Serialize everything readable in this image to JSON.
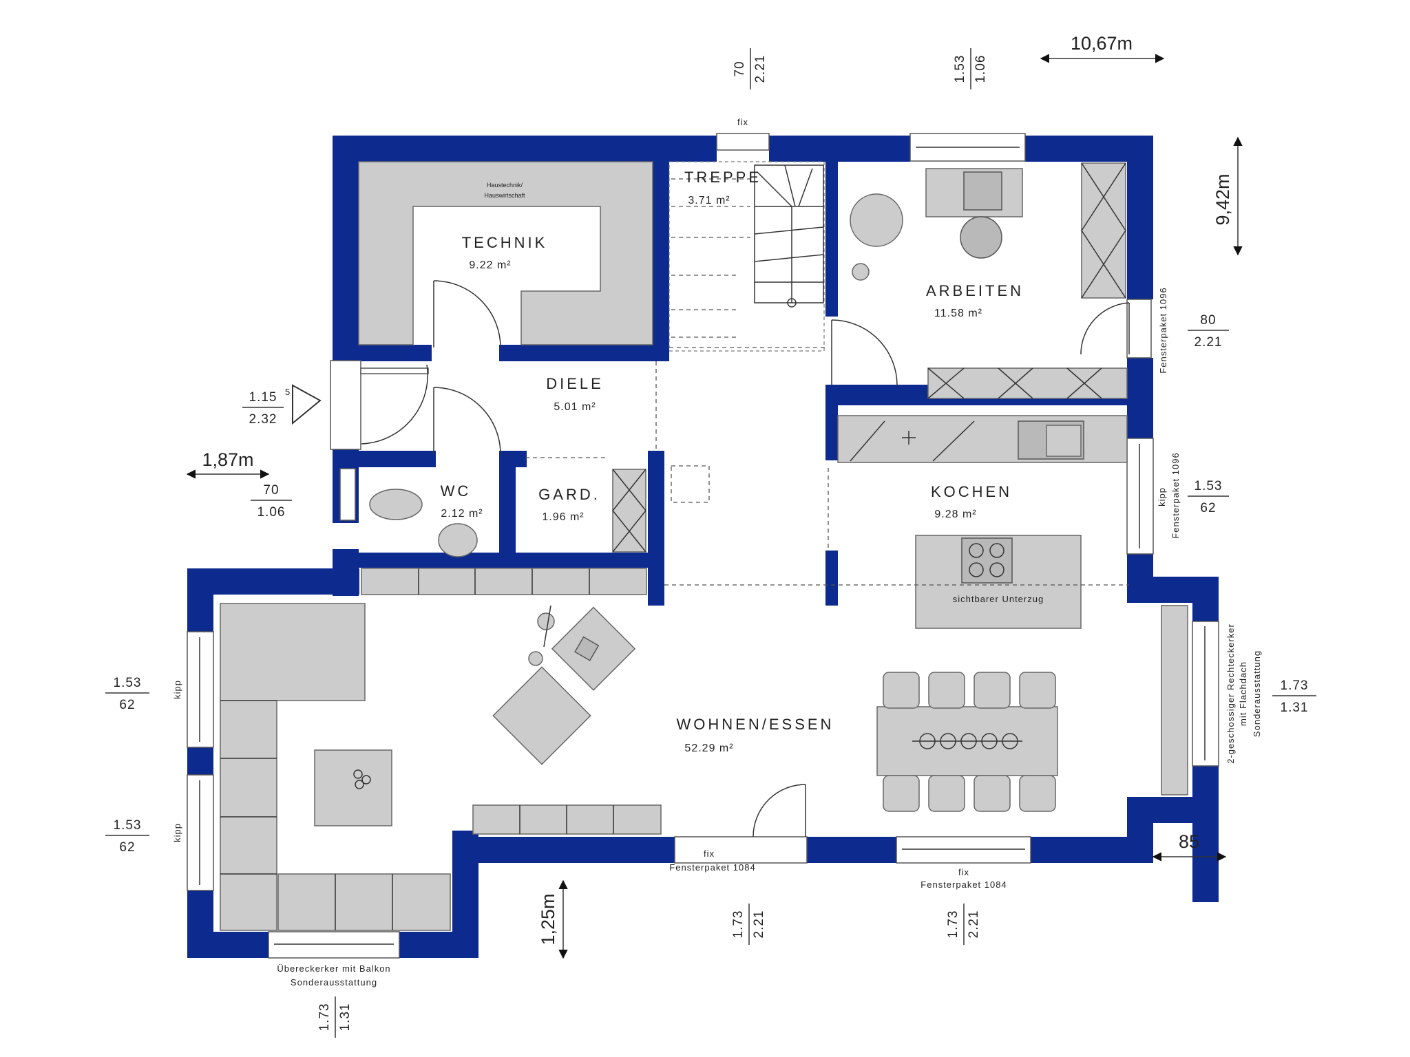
{
  "overall_dims": {
    "width_top": "10,67m",
    "height_right": "9,42m",
    "offset_left": "1,87m",
    "offset_bottom": "1,25m",
    "offset_right": "85"
  },
  "rooms": [
    {
      "id": "technik",
      "name": "TECHNIK",
      "area": "9.22 m²",
      "note_line1": "Haustechnik/",
      "note_line2": "Hauswirtschaft"
    },
    {
      "id": "treppe",
      "name": "TREPPE",
      "area": "3.71 m²"
    },
    {
      "id": "arbeiten",
      "name": "ARBEITEN",
      "area": "11.58 m²"
    },
    {
      "id": "diele",
      "name": "DIELE",
      "area": "5.01 m²"
    },
    {
      "id": "wc",
      "name": "WC",
      "area": "2.12 m²"
    },
    {
      "id": "gard",
      "name": "GARD.",
      "area": "1.96 m²"
    },
    {
      "id": "kochen",
      "name": "KOCHEN",
      "area": "9.28 m²"
    },
    {
      "id": "wohnen",
      "name": "WOHNEN/ESSEN",
      "area": "52.29 m²"
    }
  ],
  "window_dims": [
    {
      "id": "top-stair",
      "top": "70",
      "bottom": "2.21"
    },
    {
      "id": "top-office",
      "top": "1.53",
      "bottom": "1.06"
    },
    {
      "id": "right-office",
      "top": "80",
      "bottom": "2.21"
    },
    {
      "id": "right-kitchen",
      "top": "1.53",
      "bottom": "62"
    },
    {
      "id": "right-bay",
      "top": "1.73",
      "bottom": "1.31"
    },
    {
      "id": "left-entry",
      "top": "1.15",
      "sup": "5",
      "bottom": "2.32"
    },
    {
      "id": "left-wc",
      "top": "70",
      "bottom": "1.06"
    },
    {
      "id": "left-living-1",
      "top": "1.53",
      "bottom": "62"
    },
    {
      "id": "left-living-2",
      "top": "1.53",
      "bottom": "62"
    },
    {
      "id": "bottom-balcony",
      "top": "1.73",
      "bottom": "1.31"
    },
    {
      "id": "bottom-door",
      "top": "1.73",
      "bottom": "2.21"
    },
    {
      "id": "bottom-dining",
      "top": "1.73",
      "bottom": "2.21"
    }
  ],
  "labels": {
    "fix_top": "fix",
    "fix_bottom_door": "fix",
    "fix_bottom_dining": "fix",
    "fensterpaket_1084_a": "Fensterpaket 1084",
    "fensterpaket_1084_b": "Fensterpaket 1084",
    "fensterpaket_1096_a": "Fensterpaket 1096",
    "fensterpaket_1096_b": "Fensterpaket 1096",
    "kipp_kitchen": "kipp",
    "kipp_living_1": "kipp",
    "kipp_living_2": "kipp",
    "unterzug": "sichtbarer Unterzug",
    "bay_line1": "2-geschossiger Rechteckerker",
    "bay_line2": "mit Flachdach",
    "bay_line3": "Sonderausstattung",
    "balcony_line1": "Übereckerker mit Balkon",
    "balcony_line2": "Sonderausstattung"
  },
  "colors": {
    "wall": "#0d2a8e",
    "furniture": "#cccccc"
  }
}
